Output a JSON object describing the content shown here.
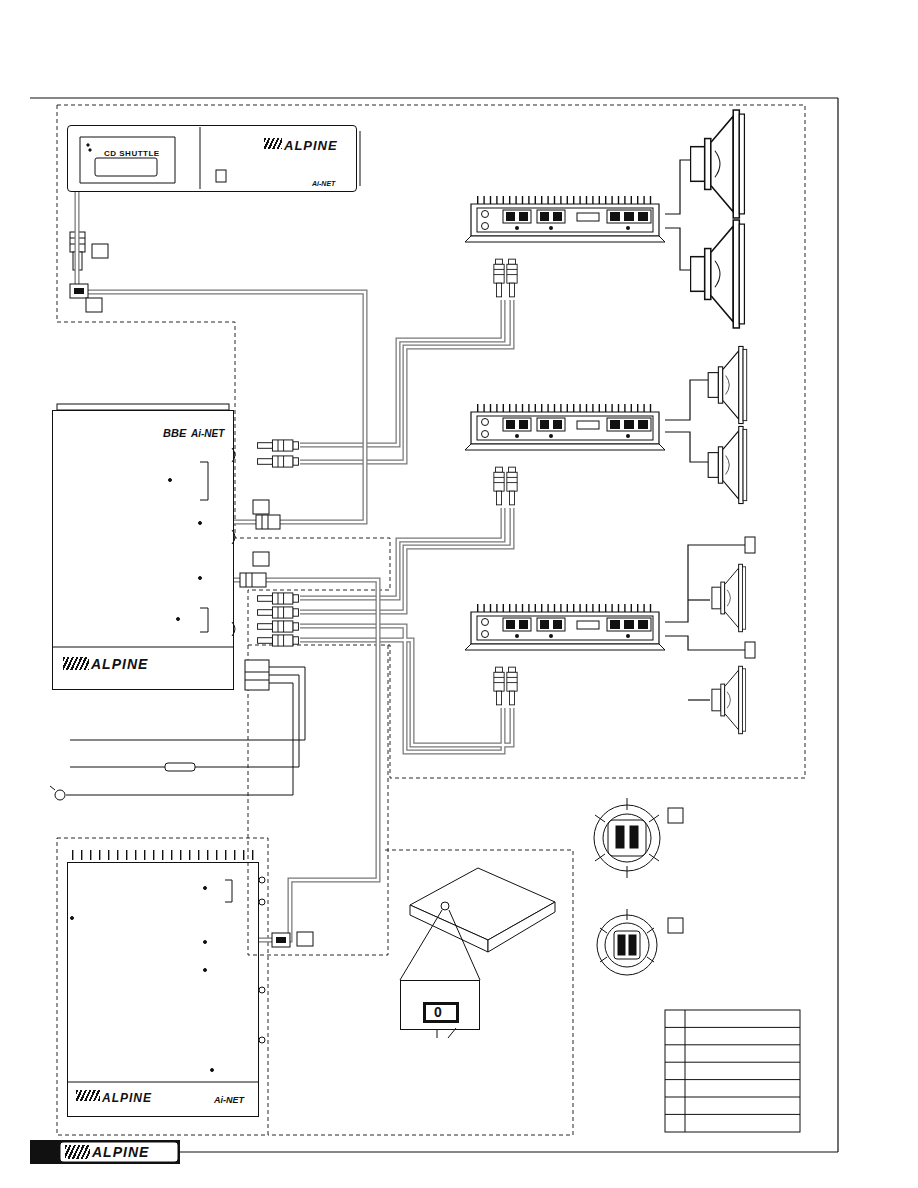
{
  "diagram": {
    "nodes": [
      {
        "text": [
          "CD SHUTTLE",
          "ALPINE",
          "Ai-NET"
        ]
      },
      {
        "text": [
          "BBE",
          "Ai-NET",
          "ALPINE"
        ]
      },
      {
        "text": [
          "ALPINE",
          "Ai-NET"
        ]
      },
      {
        "text": [
          "0"
        ]
      }
    ],
    "edges": [
      {
        "from": 0,
        "to": 1,
        "arrow": "none"
      },
      {
        "from": 1,
        "to": 2,
        "arrow": "none"
      }
    ],
    "labels": [
      "ALPINE"
    ]
  }
}
